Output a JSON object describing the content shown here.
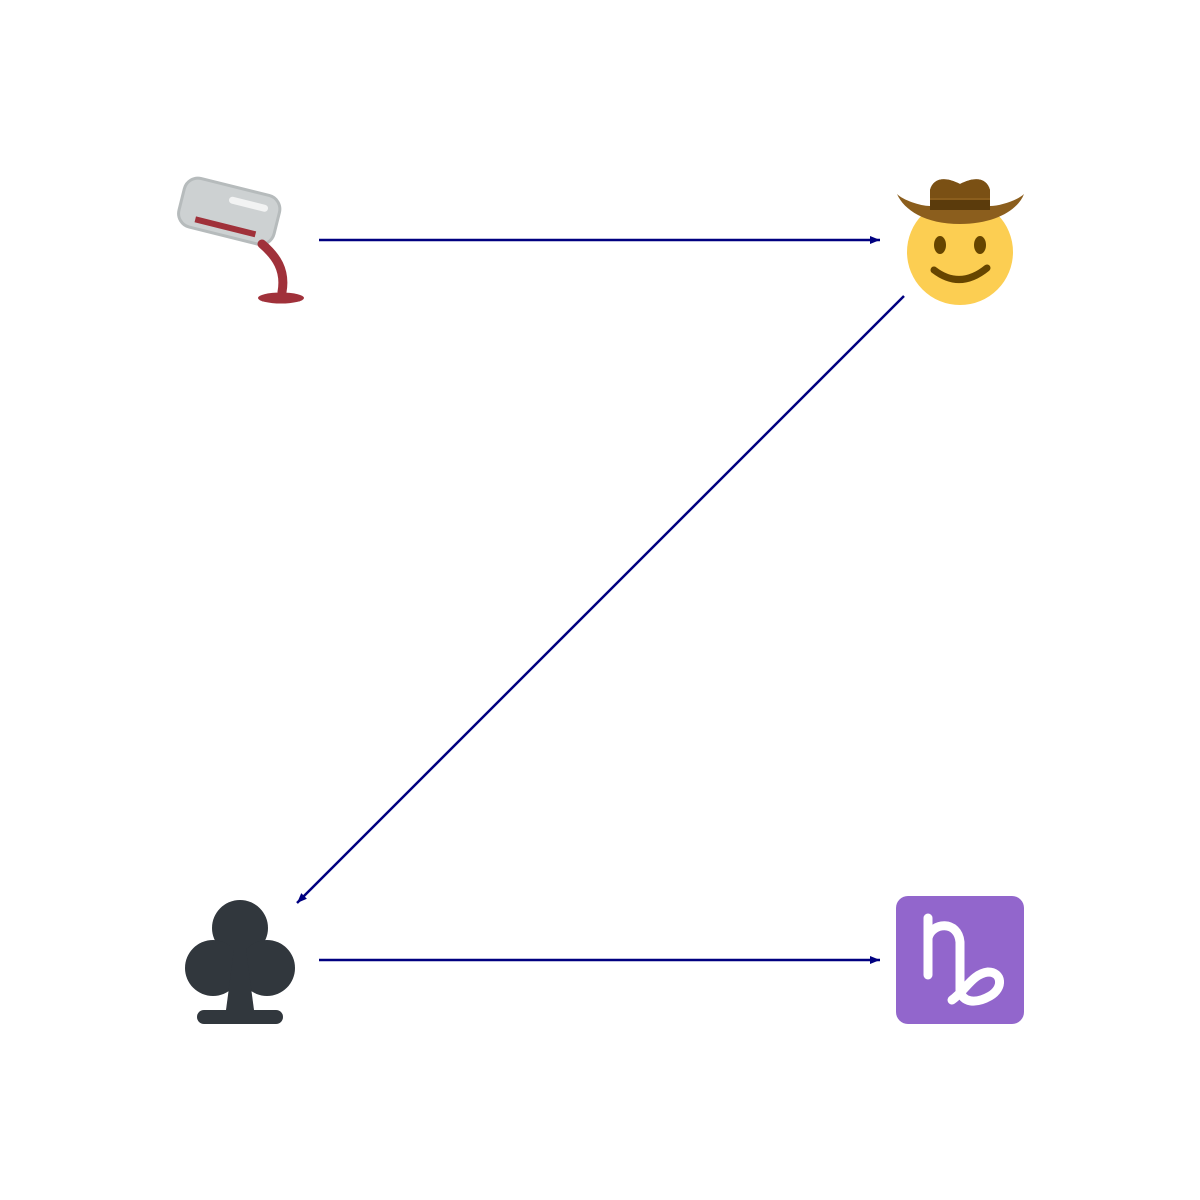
{
  "diagram": {
    "edge_color": "#000080",
    "nodes": [
      {
        "id": "pouring-liquid",
        "icon": "pouring-liquid-icon"
      },
      {
        "id": "cowboy-face",
        "icon": "cowboy-hat-face-icon"
      },
      {
        "id": "club-suit",
        "icon": "club-suit-icon"
      },
      {
        "id": "capricorn",
        "icon": "capricorn-icon"
      }
    ],
    "edges": [
      {
        "from": "pouring-liquid",
        "to": "cowboy-face"
      },
      {
        "from": "cowboy-face",
        "to": "club-suit"
      },
      {
        "from": "club-suit",
        "to": "capricorn"
      }
    ]
  }
}
